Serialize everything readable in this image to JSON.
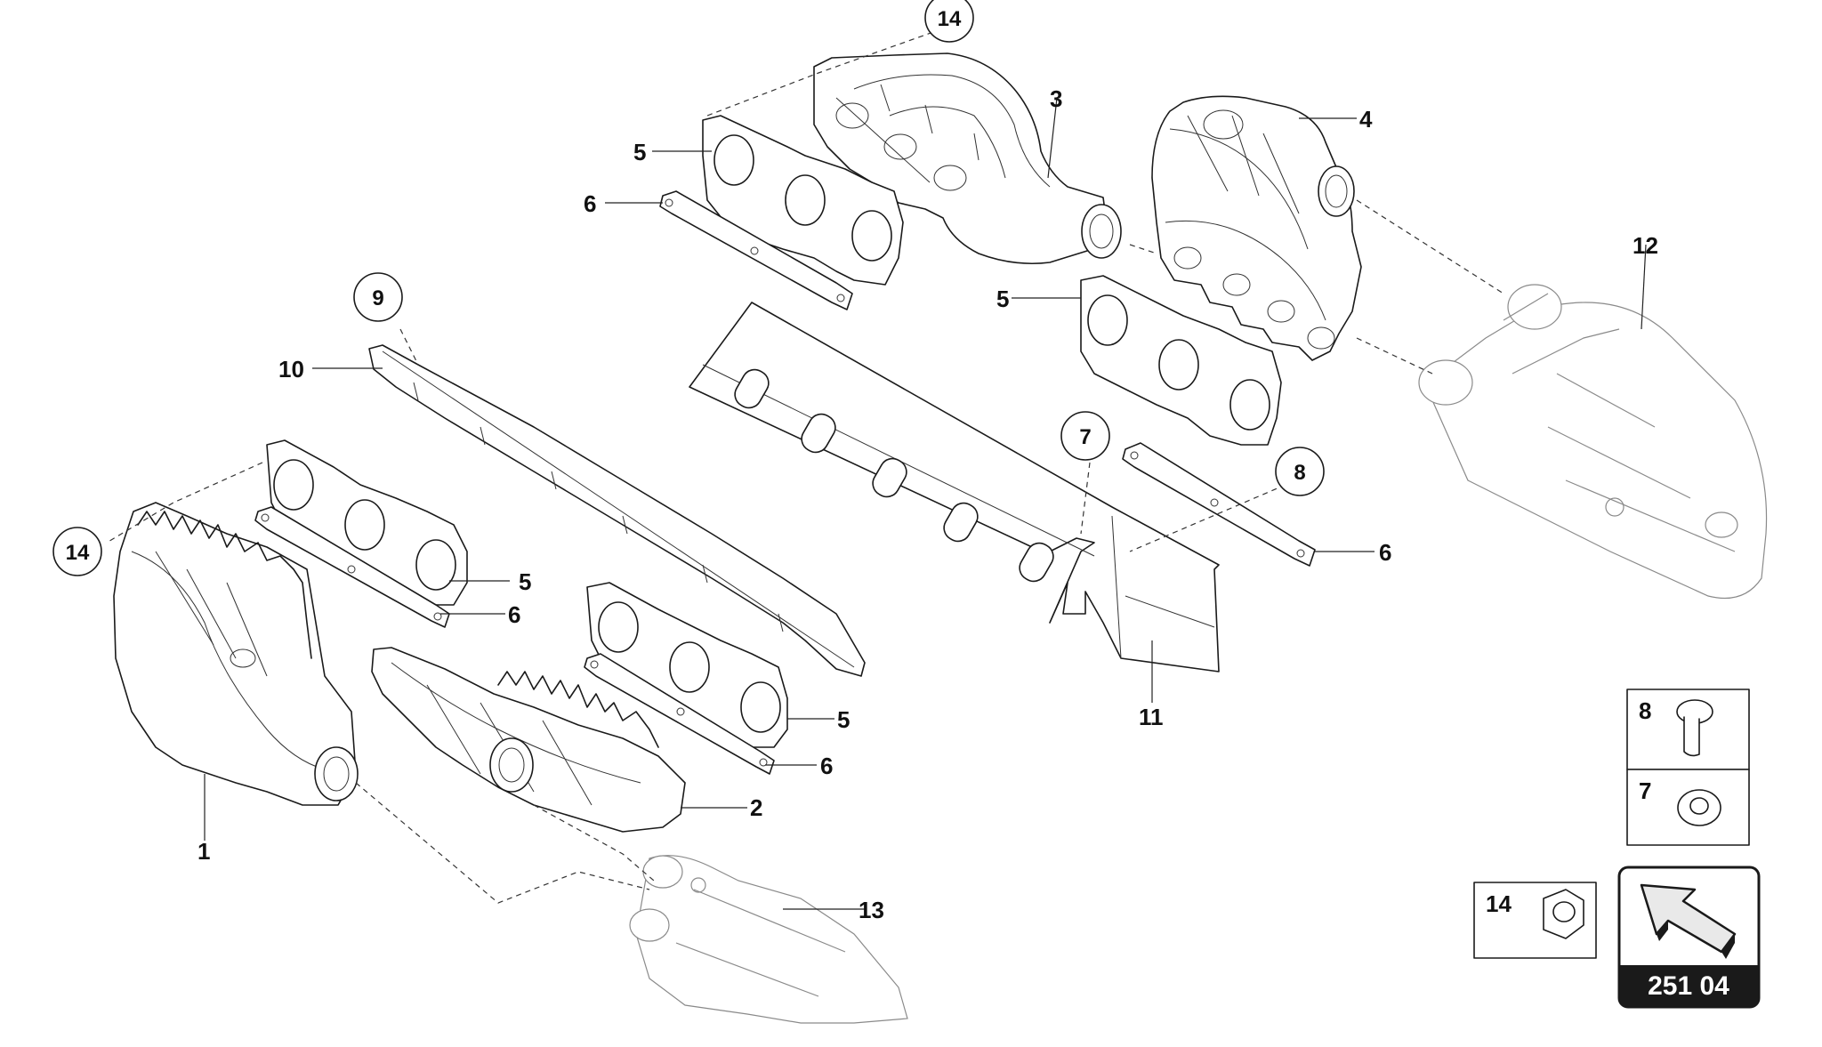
{
  "callouts": {
    "c1": "1",
    "c2": "2",
    "c3": "3",
    "c4": "4",
    "c5a": "5",
    "c5b": "5",
    "c5c": "5",
    "c5d": "5",
    "c6a": "6",
    "c6b": "6",
    "c6c": "6",
    "c6d": "6",
    "c7": "7",
    "c8": "8",
    "c9": "9",
    "c10": "10",
    "c11": "11",
    "c12": "12",
    "c13": "13",
    "c14a": "14",
    "c14b": "14"
  },
  "legend": {
    "item8": "8",
    "item7": "7",
    "item14": "14"
  },
  "reference": {
    "code": "251 04",
    "icon": "arrow-icon"
  },
  "colors": {
    "line": "#1a1a1a",
    "faint": "#8a8a8a",
    "reference_bg": "#1a1a1a"
  }
}
